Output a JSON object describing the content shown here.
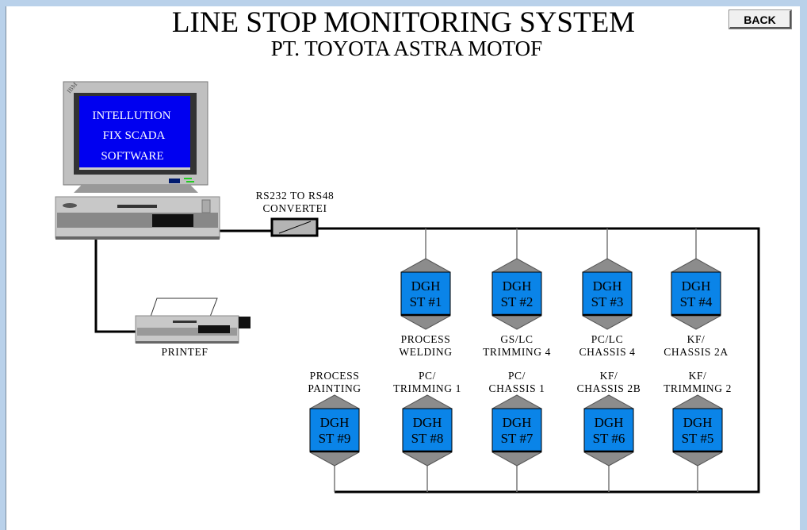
{
  "header": {
    "title": "LINE STOP MONITORING SYSTEM",
    "subtitle": "PT. TOYOTA ASTRA MOTOF",
    "back_label": "BACK"
  },
  "computer": {
    "screen_lines": [
      "INTELLUTION",
      "FIX SCADA",
      "SOFTWARE"
    ]
  },
  "converter": {
    "label_lines": [
      "RS232 TO RS48",
      "CONVERTEI"
    ]
  },
  "printer": {
    "label": "PRINTEF"
  },
  "colors": {
    "station_blue": "#0a84e8",
    "station_gray": "#8c8c8c",
    "screen_blue": "#0000f0"
  },
  "stations": [
    {
      "line1": "DGH",
      "line2": "ST #1",
      "caption": [
        "PROCESS",
        "WELDING"
      ]
    },
    {
      "line1": "DGH",
      "line2": "ST #2",
      "caption": [
        "GS/LC",
        "TRIMMING 4"
      ]
    },
    {
      "line1": "DGH",
      "line2": "ST #3",
      "caption": [
        "PC/LC",
        "CHASSIS 4"
      ]
    },
    {
      "line1": "DGH",
      "line2": "ST #4",
      "caption": [
        "KF/",
        "CHASSIS 2A"
      ]
    },
    {
      "line1": "DGH",
      "line2": "ST #5",
      "caption": [
        "KF/",
        "TRIMMING 2"
      ]
    },
    {
      "line1": "DGH",
      "line2": "ST #6",
      "caption": [
        "KF/",
        "CHASSIS 2B"
      ]
    },
    {
      "line1": "DGH",
      "line2": "ST #7",
      "caption": [
        "PC/",
        "CHASSIS 1"
      ]
    },
    {
      "line1": "DGH",
      "line2": "ST #8",
      "caption": [
        "PC/",
        "TRIMMING 1"
      ]
    },
    {
      "line1": "DGH",
      "line2": "ST #9",
      "caption": [
        "PROCESS",
        "PAINTING"
      ]
    }
  ]
}
